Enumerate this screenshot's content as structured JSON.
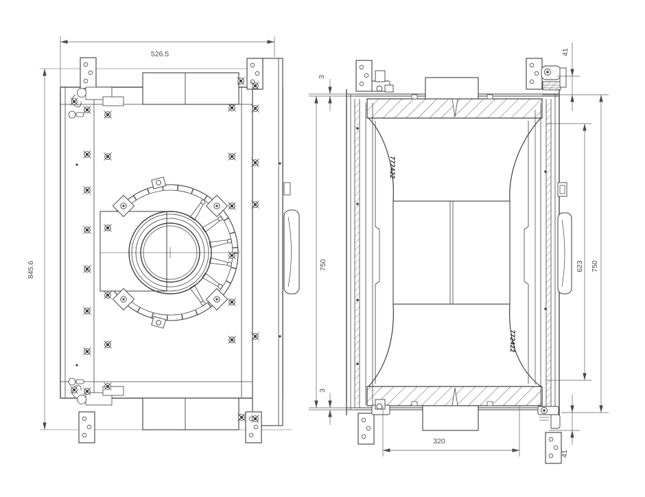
{
  "drawing": {
    "plan_view": {
      "width_dim": "526.5",
      "height_dim": "845.6"
    },
    "section_view": {
      "gap_top": "3",
      "gap_bottom": "3",
      "height_left": "750",
      "inner_height": "623",
      "height_right": "750",
      "bracket_top": "41",
      "bracket_bottom": "41",
      "duct_width": "320",
      "part_number_top": "772422",
      "part_number_bottom": "772422"
    },
    "colors": {
      "line": "#3d3d3d",
      "detail": "#4a4a4a",
      "dimension": "#5f5f5f",
      "background": "#ffffff"
    }
  }
}
